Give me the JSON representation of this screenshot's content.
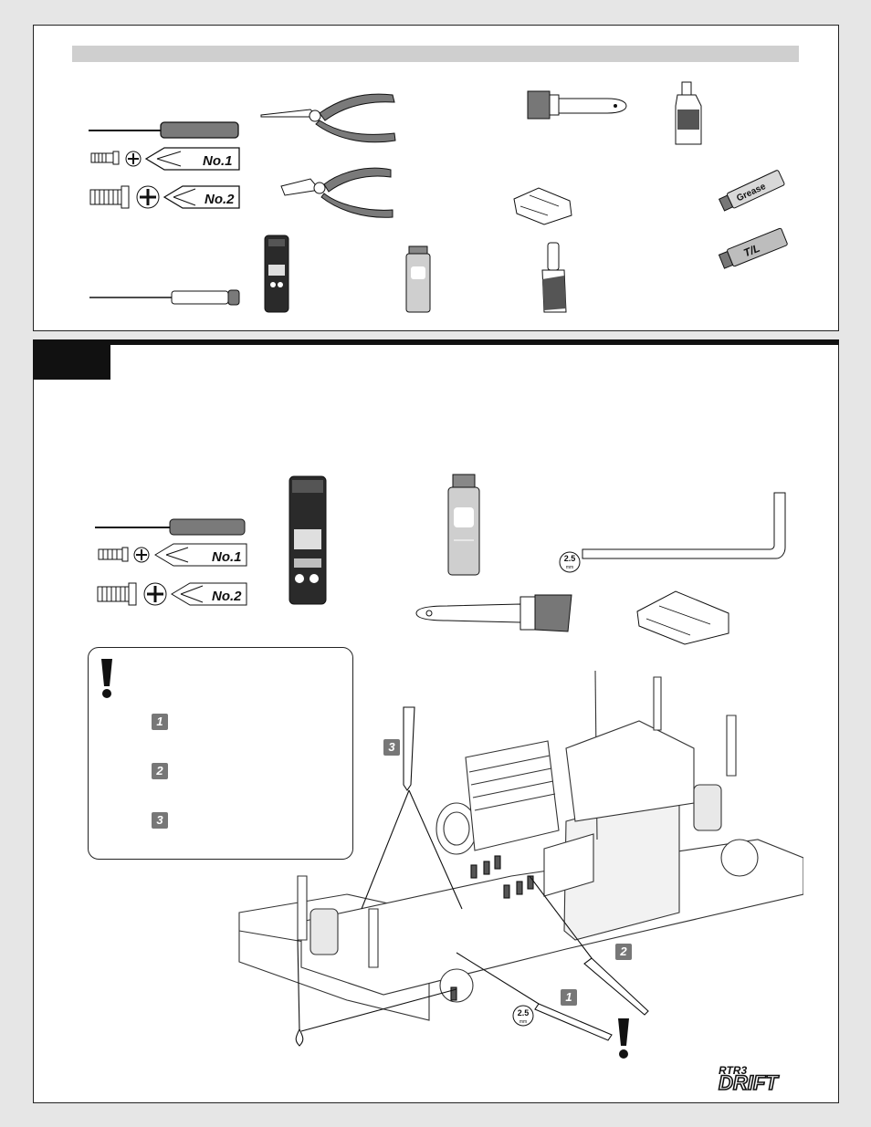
{
  "tools": {
    "screwdriver_labels": [
      "No.1",
      "No.2"
    ],
    "grease_tube_label": "Grease",
    "threadlock_tube_label": "T/L"
  },
  "step": {
    "screwdriver_labels": [
      "No.1",
      "No.2"
    ],
    "hex_wrench_size": "2.5",
    "hex_wrench_unit": "mm"
  },
  "caution": {
    "badges": [
      "1",
      "2",
      "3"
    ]
  },
  "callouts": {
    "step_numbers": [
      "3",
      "2",
      "1"
    ],
    "wrench_size": "2.5",
    "wrench_unit": "mm"
  },
  "brand": {
    "small": "RTR3",
    "big": "DRIFT"
  },
  "colors": {
    "panel_border": "#222222",
    "header_bar": "#cfcfcf",
    "step_tab": "#111111",
    "badge": "#777777",
    "handle_gray": "#7a7a7a",
    "can_dark": "#2a2a2a"
  }
}
